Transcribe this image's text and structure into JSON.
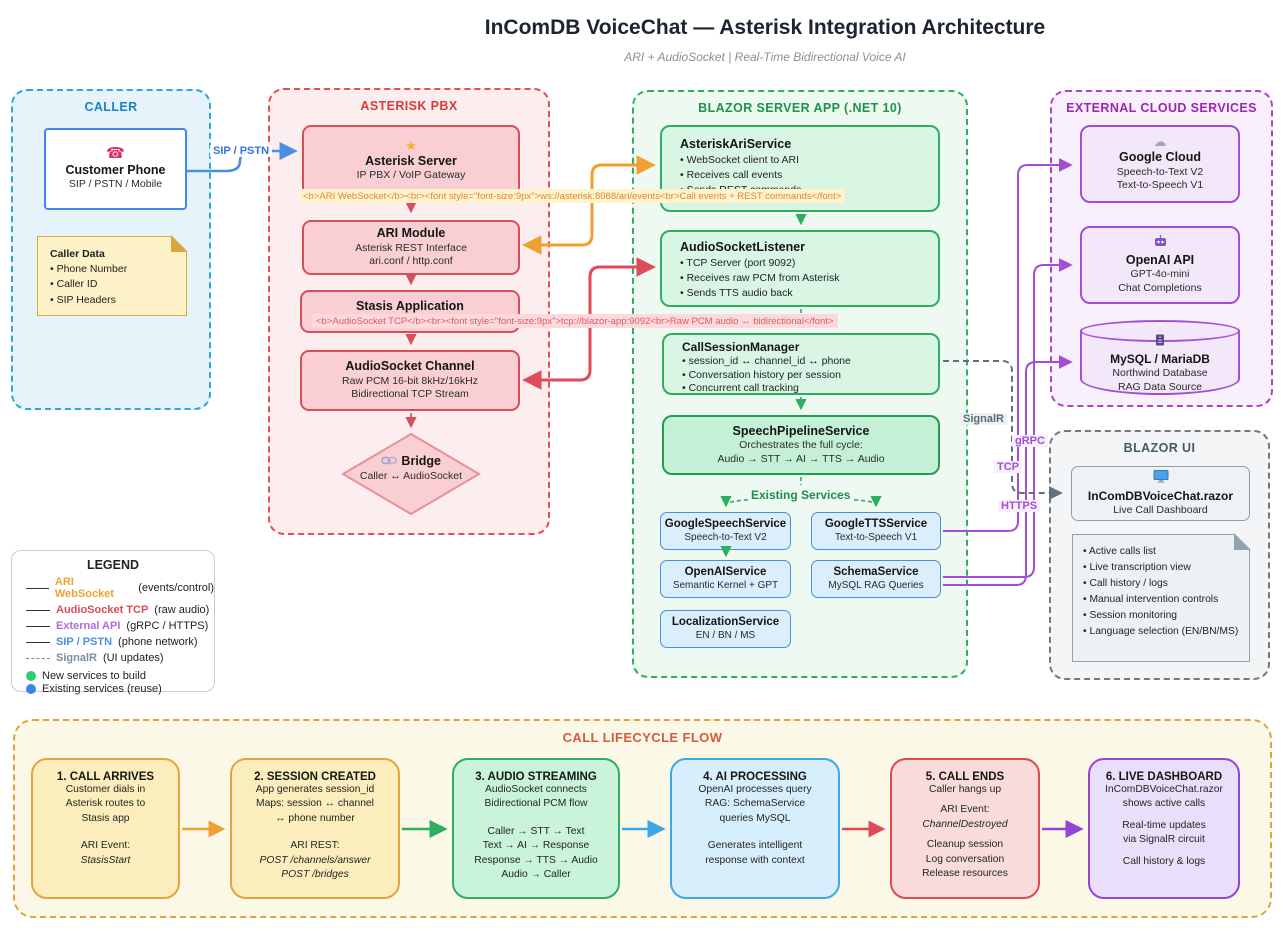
{
  "header": {
    "title": "InComDB VoiceChat — Asterisk Integration Architecture",
    "subtitle": "ARI + AudioSocket | Real-Time Bidirectional Voice AI"
  },
  "icons": {
    "phone": "☎",
    "star": "★",
    "cloud": "☁"
  },
  "colors": {
    "ari_websocket": "#f0a030",
    "audiosocket_tcp": "#e04b59",
    "external_api": "#b36ae2",
    "sip_pstn": "#4a90e2",
    "signalr": "#78909c",
    "new_service": "#2ecc71",
    "existing_service": "#3b82f6"
  },
  "caller": {
    "title": "CALLER",
    "phone": {
      "title": "Customer Phone",
      "sub": "SIP / PSTN / Mobile"
    },
    "note": {
      "title": "Caller Data",
      "items": [
        "• Phone Number",
        "• Caller ID",
        "• SIP Headers"
      ]
    }
  },
  "asterisk": {
    "title": "ASTERISK PBX",
    "server": {
      "title": "Asterisk Server",
      "sub": "IP PBX / VoIP Gateway"
    },
    "ari": {
      "title": "ARI Module",
      "sub1": "Asterisk REST Interface",
      "sub2": "ari.conf / http.conf"
    },
    "stasis": {
      "title": "Stasis Application"
    },
    "channel": {
      "title": "AudioSocket Channel",
      "sub1": "Raw PCM 16-bit 8kHz/16kHz",
      "sub2": "Bidirectional TCP Stream"
    },
    "bridge": {
      "title": "Bridge",
      "sub": "Caller ↔ AudioSocket"
    }
  },
  "blazor": {
    "title": "BLAZOR SERVER APP (.NET 10)",
    "ariService": {
      "title": "AsteriskAriService",
      "items": [
        "• WebSocket client to ARI",
        "• Receives call events",
        "• Sends REST commands"
      ]
    },
    "listener": {
      "title": "AudioSocketListener",
      "items": [
        "• TCP Server (port 9092)",
        "• Receives raw PCM from Asterisk",
        "• Sends TTS audio back"
      ]
    },
    "session": {
      "title": "CallSessionManager",
      "items": [
        "• session_id ↔ channel_id ↔ phone",
        "• Conversation history per session",
        "• Concurrent call tracking"
      ]
    },
    "pipeline": {
      "title": "SpeechPipelineService",
      "sub1": "Orchestrates the full cycle:",
      "sub2": "Audio → STT → AI → TTS → Audio"
    },
    "services": [
      {
        "title": "GoogleSpeechService",
        "sub": "Speech-to-Text V2"
      },
      {
        "title": "GoogleTTSService",
        "sub": "Text-to-Speech V1"
      },
      {
        "title": "OpenAIService",
        "sub": "Semantic Kernel + GPT"
      },
      {
        "title": "SchemaService",
        "sub": "MySQL RAG Queries"
      },
      {
        "title": "LocalizationService",
        "sub": "EN / BN / MS"
      }
    ]
  },
  "external": {
    "title": "EXTERNAL CLOUD SERVICES",
    "google": {
      "title": "Google Cloud",
      "sub1": "Speech-to-Text V2",
      "sub2": "Text-to-Speech V1"
    },
    "openai": {
      "title": "OpenAI API",
      "sub1": "GPT-4o-mini",
      "sub2": "Chat Completions"
    },
    "mysql": {
      "title": "MySQL / MariaDB",
      "sub1": "Northwind Database",
      "sub2": "RAG Data Source"
    }
  },
  "blazorUi": {
    "title": "BLAZOR UI",
    "razor": {
      "title": "InComDBVoiceChat.razor",
      "sub": "Live Call Dashboard"
    },
    "note": {
      "items": [
        "• Active calls list",
        "• Live transcription view",
        "• Call history / logs",
        "• Manual intervention controls",
        "• Session monitoring",
        "• Language selection (EN/BN/MS)"
      ]
    }
  },
  "edges": {
    "sip_pstn": "SIP / PSTN",
    "ari_ws_label": "<b>ARI WebSocket</b><br><font style=\"font-size:9px\">ws://asterisk:8088/ari/events<br>Call events + REST commands</font>",
    "audiosocket_label": "<b>AudioSocket TCP</b><br><font style=\"font-size:9px\">tcp://blazor-app:9092<br>Raw PCM audio ↔ bidirectional</font>",
    "signalr": "SignalR",
    "grpc": "gRPC",
    "tcp": "TCP",
    "https": "HTTPS",
    "existing_services": "Existing Services"
  },
  "legend": {
    "title": "LEGEND",
    "lines": [
      {
        "label": "ARI WebSocket",
        "desc": "(events/control)",
        "color": "#f0a030",
        "style": "solid"
      },
      {
        "label": "AudioSocket TCP",
        "desc": "(raw audio)",
        "color": "#e04b59",
        "style": "solid"
      },
      {
        "label": "External API",
        "desc": "(gRPC / HTTPS)",
        "color": "#b36ae2",
        "style": "solid"
      },
      {
        "label": "SIP / PSTN",
        "desc": "(phone network)",
        "color": "#4a90e2",
        "style": "solid"
      },
      {
        "label": "SignalR",
        "desc": "(UI updates)",
        "color": "#78909c",
        "style": "dashed"
      }
    ],
    "dots": [
      {
        "label": "New services to build",
        "color": "#2ecc71"
      },
      {
        "label": "Existing services (reuse)",
        "color": "#3b82f6"
      }
    ]
  },
  "lifecycle": {
    "title": "CALL LIFECYCLE FLOW",
    "cards": [
      {
        "title": "1. CALL ARRIVES",
        "lines": [
          "Customer dials in",
          "Asterisk routes to",
          "Stasis app",
          "ARI Event:",
          "StasisStart"
        ]
      },
      {
        "title": "2. SESSION CREATED",
        "lines": [
          "App generates session_id",
          "Maps: session ↔ channel",
          "↔ phone number",
          "ARI REST:",
          "POST /channels/answer",
          "POST /bridges"
        ]
      },
      {
        "title": "3. AUDIO STREAMING",
        "lines": [
          "AudioSocket connects",
          "Bidirectional PCM flow",
          "Caller → STT → Text",
          "Text → AI → Response",
          "Response → TTS → Audio",
          "Audio → Caller"
        ]
      },
      {
        "title": "4. AI PROCESSING",
        "lines": [
          "OpenAI processes query",
          "RAG: SchemaService",
          "queries MySQL",
          "Generates intelligent",
          "response with context"
        ]
      },
      {
        "title": "5. CALL ENDS",
        "lines": [
          "Caller hangs up",
          "ARI Event:",
          "ChannelDestroyed",
          "Cleanup session",
          "Log conversation",
          "Release resources"
        ]
      },
      {
        "title": "6. LIVE DASHBOARD",
        "lines": [
          "InComDBVoiceChat.razor",
          "shows active calls",
          "Real-time updates",
          "via SignalR circuit",
          "Call history & logs"
        ]
      }
    ]
  }
}
